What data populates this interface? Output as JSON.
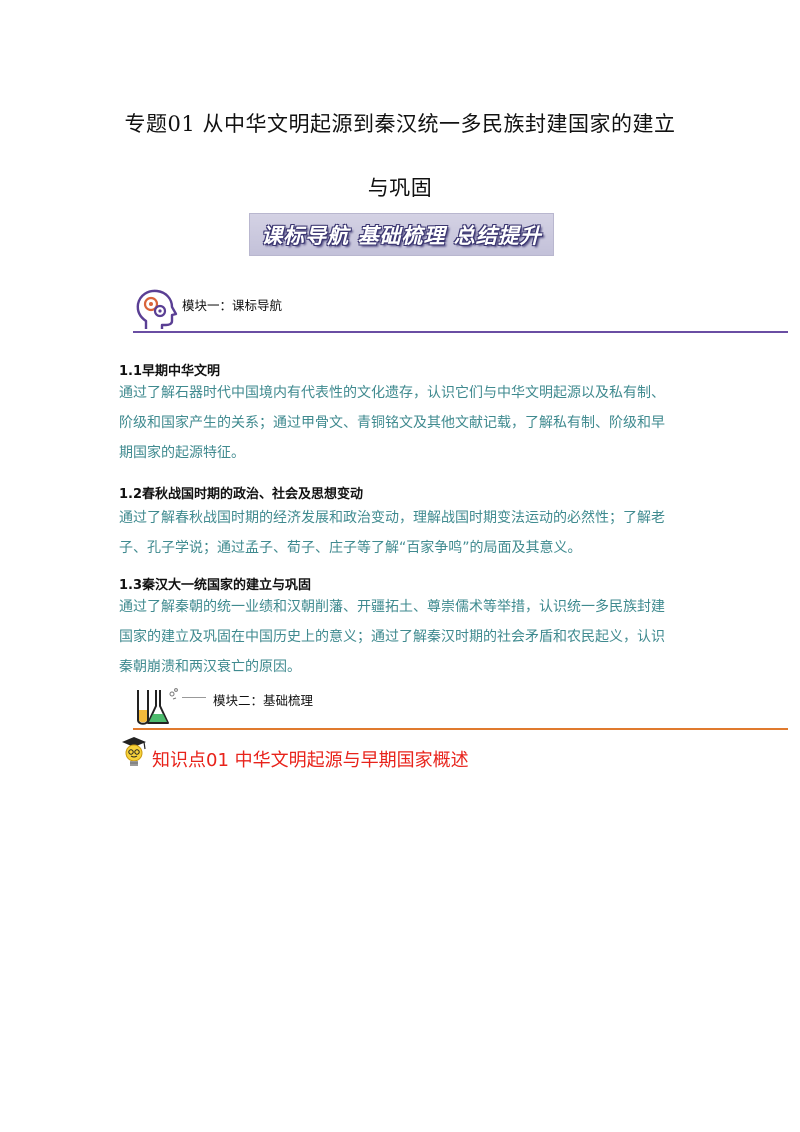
{
  "title": {
    "line1": "专题01  从中华文明起源到秦汉统一多民族封建国家的建立",
    "line2": "与巩固"
  },
  "banner": {
    "text": "课标导航  基础梳理  总结提升"
  },
  "module1": {
    "title": "模块一：课标导航"
  },
  "sections": [
    {
      "heading": "1.1早期中华文明",
      "lines": [
        "通过了解石器时代中国境内有代表性的文化遗存，认识它们与中华文明起源以及私有制、",
        "阶级和国家产生的关系；通过甲骨文、青铜铭文及其他文献记载，了解私有制、阶级和早",
        "期国家的起源特征。"
      ]
    },
    {
      "heading": "1.2春秋战国时期的政治、社会及思想变动",
      "lines": [
        "通过了解春秋战国时期的经济发展和政治变动，理解战国时期变法运动的必然性；了解老",
        "子、孔子学说；通过孟子、荀子、庄子等了解“百家争鸣”的局面及其意义。"
      ]
    },
    {
      "heading": "1.3秦汉大一统国家的建立与巩固",
      "lines": [
        "通过了解秦朝的统一业绩和汉朝削藩、开疆拓土、尊崇儒术等举措，认识统一多民族封建",
        "国家的建立及巩固在中国历史上的意义；通过了解秦汉时期的社会矛盾和农民起义，认识",
        "秦朝崩溃和两汉衰亡的原因。"
      ]
    }
  ],
  "module2": {
    "title": "模块二：基础梳理"
  },
  "knowledge_point": {
    "text": "知识点01  中华文明起源与早期国家概述"
  },
  "colors": {
    "module1_rule": "#6a4ea3",
    "module2_rule": "#e07a2e",
    "para_text": "#3f8a8f",
    "kp_text": "#e8231b"
  },
  "icons": {
    "module1": "head-gears-icon",
    "module2": "flasks-icon",
    "knowledge_point": "lightbulb-scholar-icon"
  }
}
